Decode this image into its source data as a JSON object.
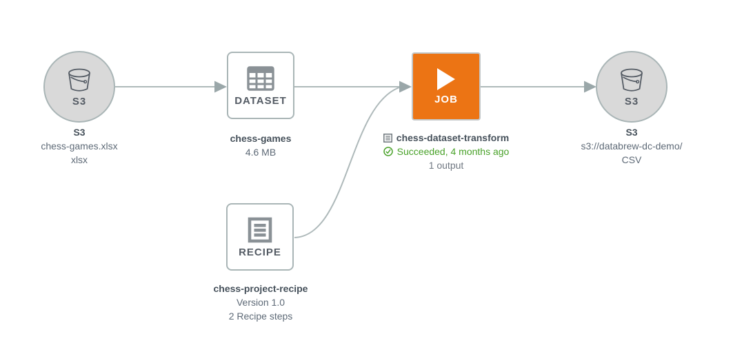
{
  "app": {
    "view": "DataBrew dataset lineage diagram"
  },
  "colors": {
    "job_accent_orange": "#ec7414",
    "success_green": "#48a128",
    "node_border_gray": "#a9b5b6",
    "circle_fill_gray": "#d9d9d9",
    "connector_gray": "#aeb9ba",
    "arrowhead_gray": "#9aa7a9",
    "title_text": "#45505a",
    "secondary_text": "#5d6976",
    "icon_gray": "#8a9196"
  },
  "icons": {
    "s3_source": "bucket-icon",
    "dataset": "table-grid-icon",
    "job": "play-icon",
    "recipe": "list-document-icon",
    "job_caption": "list-document-icon",
    "job_status": "check-circle-icon",
    "s3_target": "bucket-icon"
  },
  "nodes": {
    "s3_source": {
      "icon_label": "S3",
      "title": "S3",
      "line1": "chess-games.xlsx",
      "line2": "xlsx"
    },
    "dataset": {
      "label": "DATASET",
      "title": "chess-games",
      "line1": "4.6 MB"
    },
    "job": {
      "label": "JOB",
      "title": "chess-dataset-transform",
      "status": "Succeeded, 4 months ago",
      "outputs": "1 output"
    },
    "s3_target": {
      "icon_label": "S3",
      "title": "S3",
      "line1": "s3://databrew-dc-demo/",
      "line2": "CSV"
    },
    "recipe": {
      "label": "RECIPE",
      "title": "chess-project-recipe",
      "line1": "Version 1.0",
      "line2": "2 Recipe steps"
    }
  }
}
